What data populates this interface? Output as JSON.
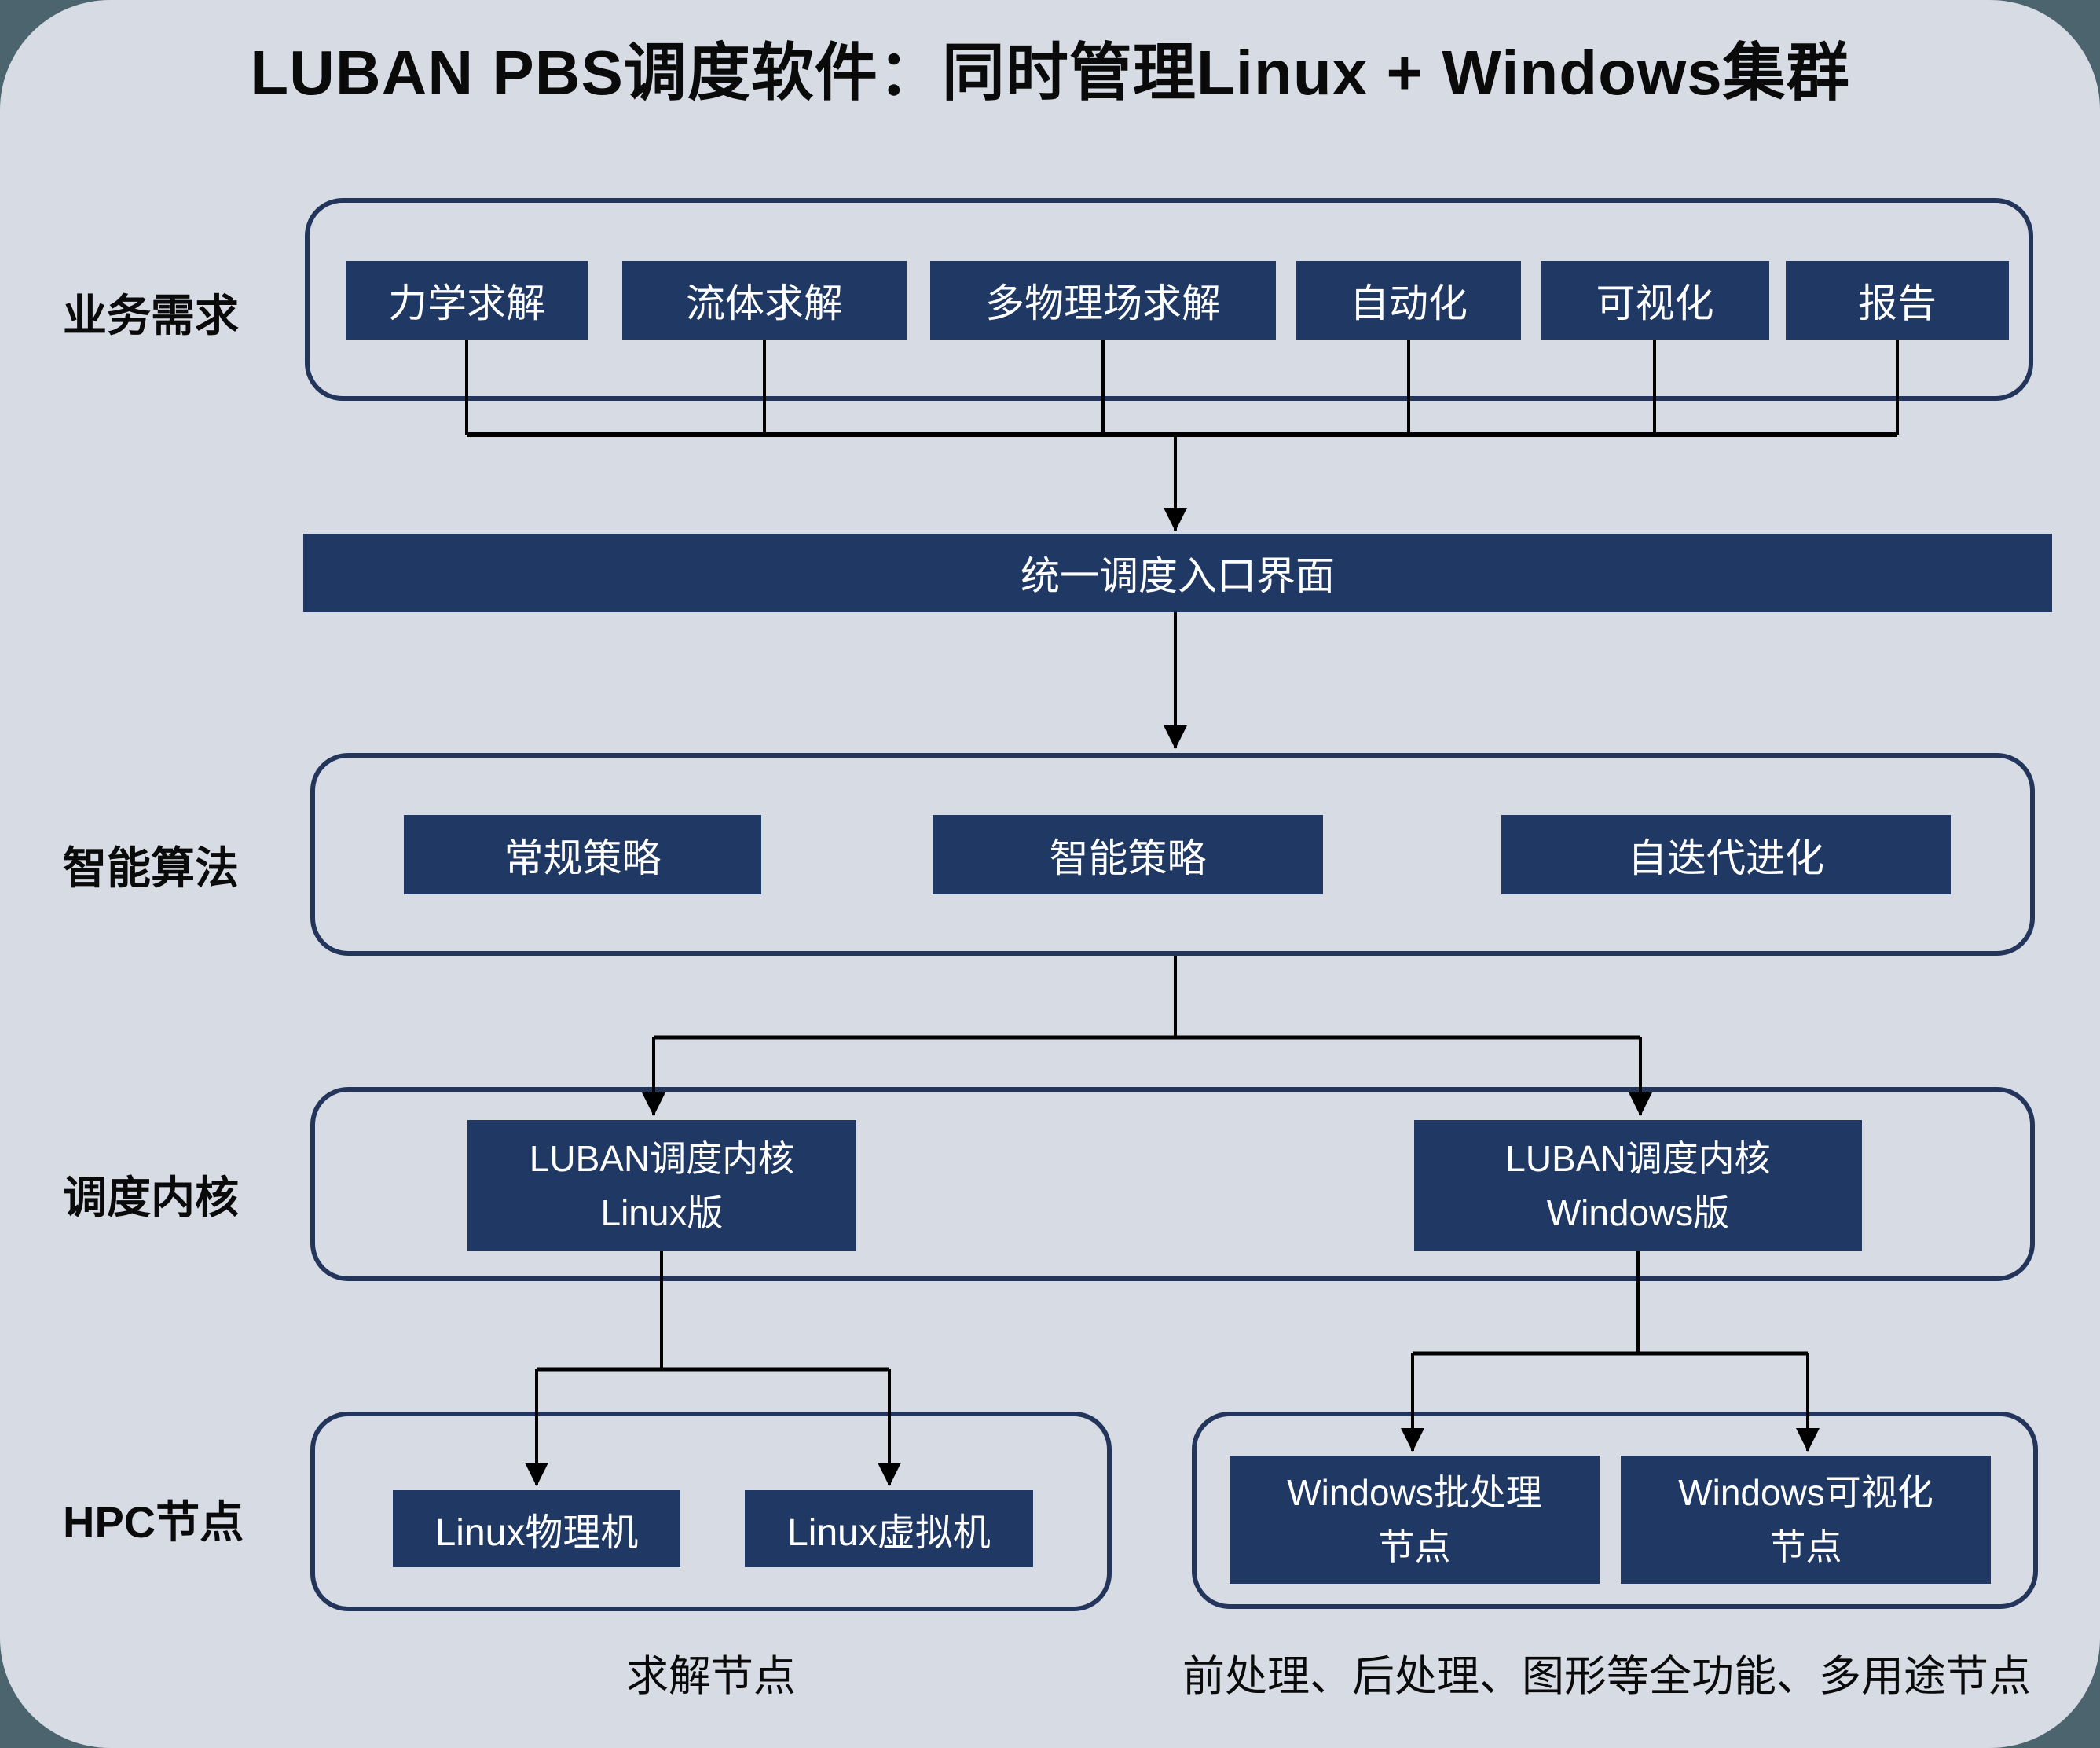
{
  "title": "LUBAN PBS调度软件：同时管理Linux + Windows集群",
  "colors": {
    "outer_background": "#4c646e",
    "canvas_background": "#d6dbe4",
    "node_fill": "#1f3864",
    "container_border": "#24355c",
    "connector": "#000000",
    "node_text": "#ffffff",
    "label_text": "#0a0a0a"
  },
  "sections": {
    "business": {
      "label": "业务需求",
      "items": [
        "力学求解",
        "流体求解",
        "多物理场求解",
        "自动化",
        "可视化",
        "报告"
      ]
    },
    "entry": {
      "label": "统一调度入口界面"
    },
    "algorithm": {
      "label": "智能算法",
      "items": [
        "常规策略",
        "智能策略",
        "自迭代进化"
      ]
    },
    "kernel": {
      "label": "调度内核",
      "items": [
        "LUBAN调度内核\nLinux版",
        "LUBAN调度内核\nWindows版"
      ]
    },
    "hpc": {
      "label": "HPC节点",
      "linux_group": {
        "items": [
          "Linux物理机",
          "Linux虚拟机"
        ],
        "caption": "求解节点"
      },
      "windows_group": {
        "items": [
          "Windows批处理\n节点",
          "Windows可视化\n节点"
        ],
        "caption": "前处理、后处理、图形等全功能、多用途节点"
      }
    }
  }
}
